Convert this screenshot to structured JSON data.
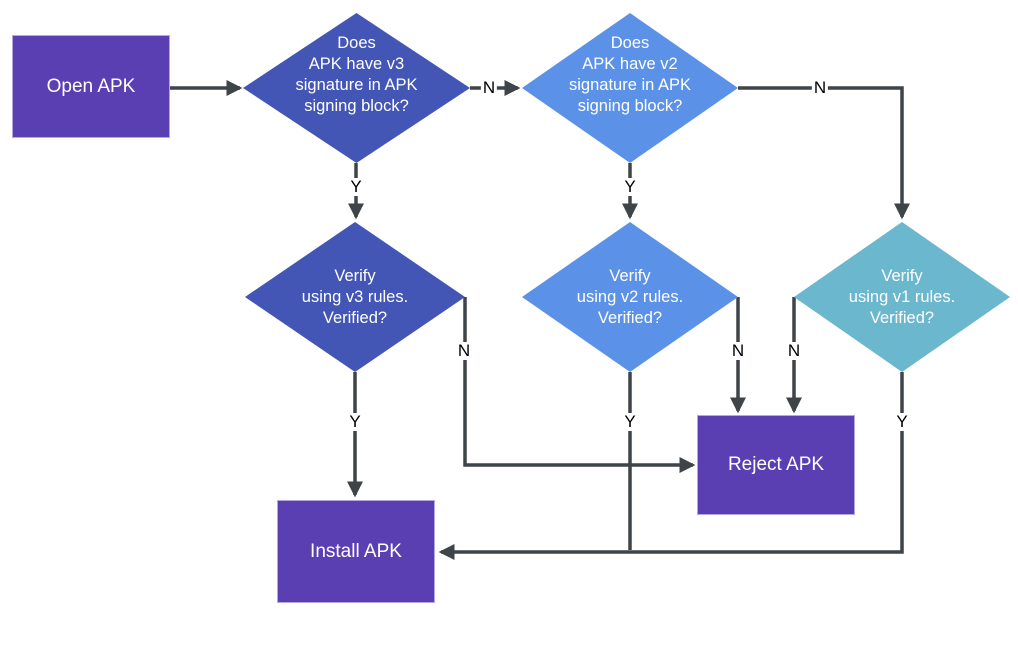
{
  "colors": {
    "purple": "#5a3fb3",
    "indigo": "#4355b5",
    "blue": "#5b92e8",
    "teal": "#6ab7ce",
    "arrow": "#3f4448",
    "node_text": "#ffffff",
    "edge_label_text": "#000000"
  },
  "nodes": {
    "open_apk": "Open APK",
    "has_v3": "Does\nAPK have v3\nsignature in APK\nsigning block?",
    "has_v2": "Does\nAPK have v2\nsignature in APK\nsigning block?",
    "verify_v3": "Verify\nusing v3 rules.\nVerified?",
    "verify_v2": "Verify\nusing v2 rules.\nVerified?",
    "verify_v1": "Verify\nusing v1 rules.\nVerified?",
    "reject_apk": "Reject APK",
    "install_apk": "Install APK"
  },
  "edges": {
    "has_v3_no": "N",
    "has_v3_yes": "Y",
    "has_v2_no": "N",
    "has_v2_yes": "Y",
    "verify_v3_yes": "Y",
    "verify_v3_no": "N",
    "verify_v2_yes": "Y",
    "verify_v2_no": "N",
    "verify_v1_no": "N",
    "verify_v1_yes": "Y"
  }
}
